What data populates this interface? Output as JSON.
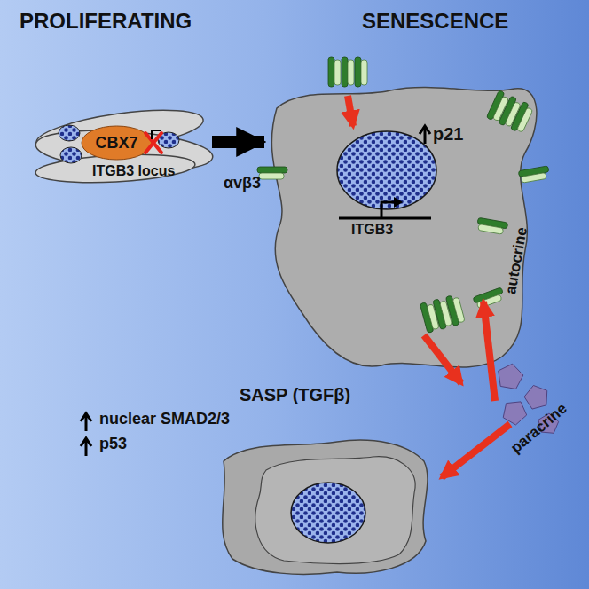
{
  "diagram": {
    "nodes": [
      {
        "text": [
          "ITGB3 locus"
        ]
      },
      {
        "text": [
          "CBX7"
        ],
        "in": 0
      },
      {
        "text": [
          "p21",
          "ITGB3"
        ]
      },
      {
        "text": [
          "nuclear SMAD2/3",
          "p53"
        ]
      }
    ],
    "edges": [
      {
        "from": 0,
        "to": 2,
        "arrow": "to"
      }
    ],
    "labels": [
      "PROLIFERATING",
      "SENESCENCE",
      "αvβ3",
      "SASP (TGFβ)",
      "autocrine",
      "paracrine"
    ]
  }
}
